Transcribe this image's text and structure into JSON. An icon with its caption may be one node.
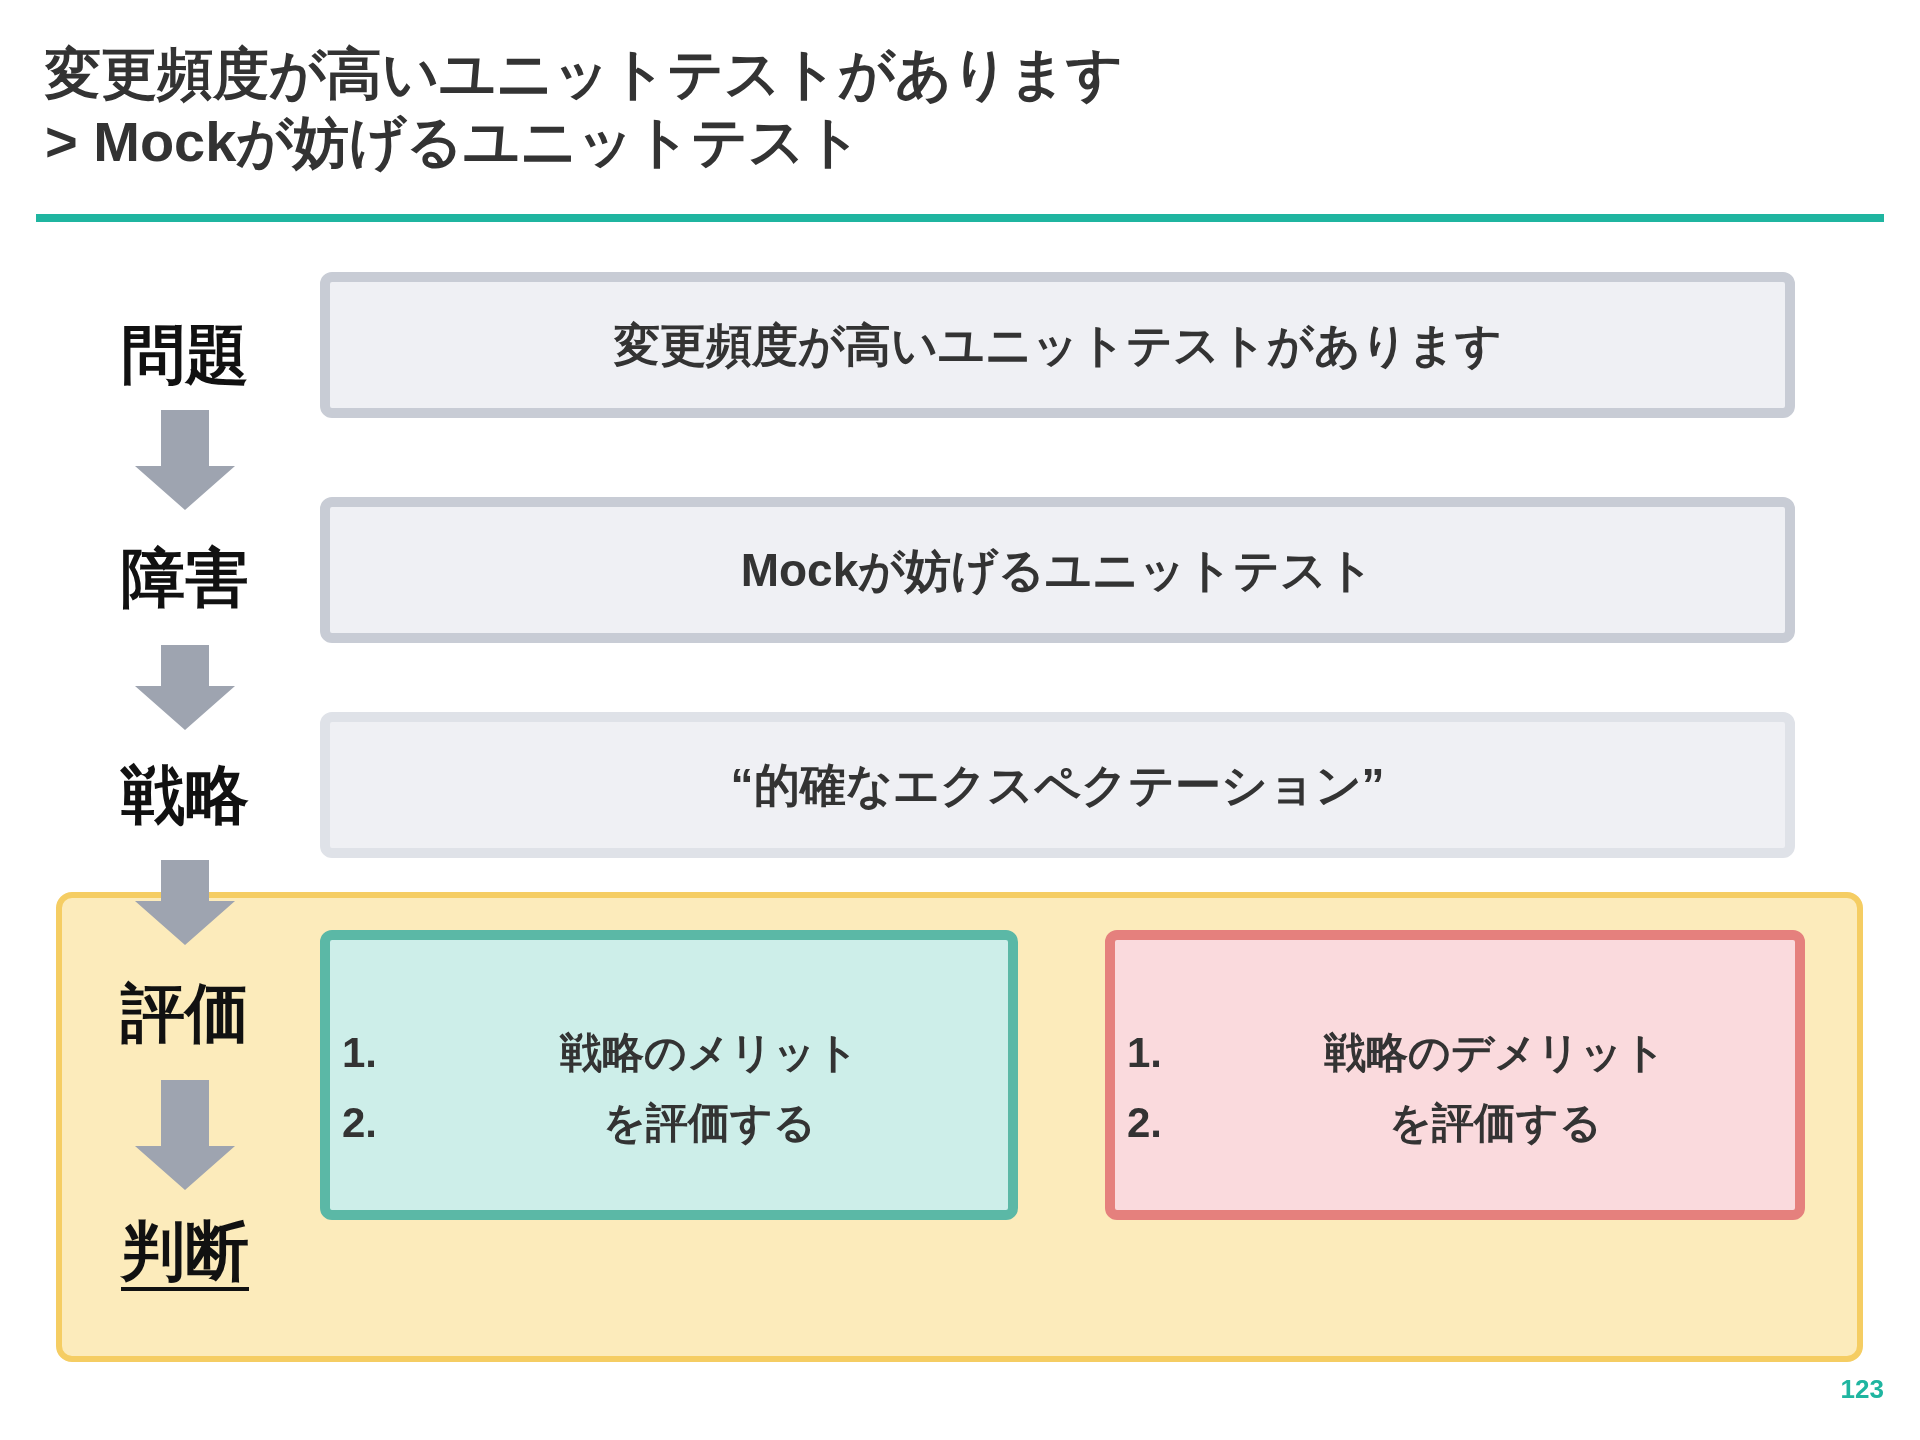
{
  "diagram": {
    "title": "変更頻度が高いユニットテストがあります",
    "nodes": [
      {
        "text": [
          "問題"
        ]
      },
      {
        "text": [
          "変更頻度が高いユニットテストがあります"
        ]
      },
      {
        "text": [
          "障害"
        ]
      },
      {
        "text": [
          "Mockが妨げるユニットテスト"
        ]
      },
      {
        "text": [
          "戦略"
        ]
      },
      {
        "text": [
          "“的確なエクスペクテーション”"
        ]
      },
      {
        "text": [],
        "shape": "box"
      },
      {
        "text": [
          "評価"
        ],
        "in": 6
      },
      {
        "text": [
          "1.",
          "2.",
          "戦略のメリットを評価する"
        ],
        "in": 6
      },
      {
        "text": [
          "1.",
          "2.",
          "戦略のデメリットを評価する"
        ],
        "in": 6
      },
      {
        "text": [
          "判断"
        ],
        "in": 6
      }
    ],
    "edges": [
      {
        "from": 0,
        "to": 2,
        "arrow": "to"
      },
      {
        "from": 2,
        "to": 4,
        "arrow": "to"
      },
      {
        "from": 4,
        "to": 7,
        "arrow": "to"
      },
      {
        "from": 7,
        "to": 10,
        "arrow": "to"
      }
    ],
    "labels": [
      "> Mockが妨げるユニットテスト",
      "123"
    ]
  }
}
